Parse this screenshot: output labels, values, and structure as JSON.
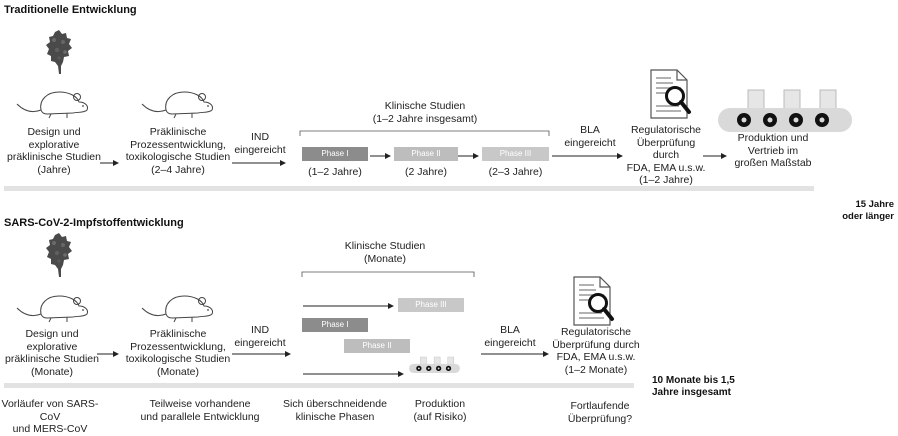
{
  "traditional": {
    "title": "Traditionelle Entwicklung",
    "step1": "Design und\nexplorative\npräklinische Studien\n(Jahre)",
    "step2": "Präklinische\nProzessentwicklung,\ntoxikologische Studien\n(2–4 Jahre)",
    "ind": "IND\neingereicht",
    "clinical": "Klinische Studien\n(1–2 Jahre insgesamt)",
    "phase1": "Phase I",
    "phase1_dur": "(1–2 Jahre)",
    "phase2": "Phase II",
    "phase2_dur": "(2 Jahre)",
    "phase3": "Phase III",
    "phase3_dur": "(2–3 Jahre)",
    "bla": "BLA\neingereicht",
    "review": "Regulatorische\nÜberprüfung durch\nFDA, EMA u.s.w.\n(1–2 Jahre)",
    "production": "Produktion und\nVertrieb im\ngroßen Maßstab",
    "total": "15 Jahre\noder länger"
  },
  "sars": {
    "title": "SARS-CoV-2-Impfstoffentwicklung",
    "step1": "Design und\nexplorative\npräklinische Studien\n(Monate)",
    "step2": "Präklinische\nProzessentwicklung,\ntoxikologische Studien\n(Monate)",
    "ind": "IND\neingereicht",
    "clinical": "Klinische Studien\n(Monate)",
    "phase1": "Phase I",
    "phase2": "Phase II",
    "phase3": "Phase III",
    "bla": "BLA\neingereicht",
    "review": "Regulatorische\nÜberprüfung durch\nFDA, EMA u.s.w.\n(1–2 Monate)",
    "total": "10 Monate bis 1,5\nJahre insgesamt",
    "note1": "Vorläufer von SARS-CoV\nund MERS-CoV",
    "note2": "Teilweise vorhandene\nund parallele Entwicklung",
    "note3": "Sich überschneidende\nklinische Phasen",
    "note4": "Produktion\n(auf Risiko)",
    "note5": "Fortlaufende\nÜberprüfung?"
  },
  "colors": {
    "phase1": "#8c8c8c",
    "phase2": "#bdbdbd",
    "phase3": "#c8c8c8",
    "timeline": "#e2e2e2",
    "virus": "#4a4a4a"
  }
}
